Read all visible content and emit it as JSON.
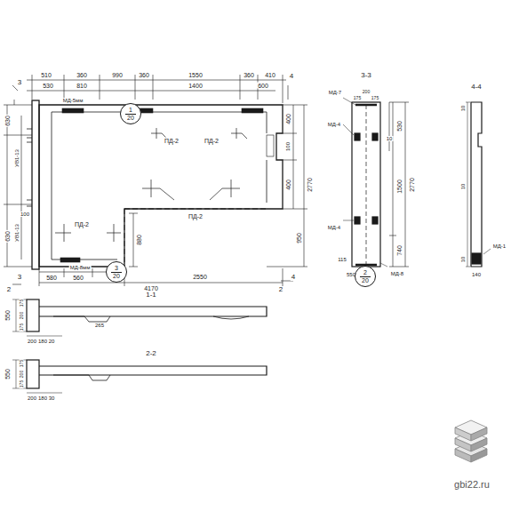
{
  "diagram": {
    "nodes": [
      {
        "text": [
          "1",
          "20"
        ]
      },
      {
        "text": [
          "3",
          "20"
        ]
      },
      {
        "text": [
          "2",
          "20"
        ]
      }
    ],
    "labels": [
      "510",
      "360",
      "990",
      "360",
      "1550",
      "360",
      "410",
      "530",
      "810",
      "1400",
      "600",
      "3",
      "4",
      "2",
      "3",
      "2",
      "4",
      "630",
      "100",
      "630",
      "УВ1-13",
      "УВ1-13",
      "МД-5мм",
      "ПД-2",
      "ПД-2",
      "ПД-2",
      "ПД-2",
      "МД-8мм",
      "880",
      "400",
      "100",
      "400",
      "950",
      "2770",
      "580",
      "560",
      "4170",
      "2550",
      "3-3",
      "МД-7",
      "175",
      "200",
      "175",
      "МД-4",
      "530",
      "10",
      "1500",
      "2770",
      "МД-4",
      "740",
      "115",
      "550",
      "МД-8",
      "4-4",
      "10",
      "10",
      "10",
      "МД-1",
      "140",
      "1-1",
      "550",
      "175",
      "200",
      "175",
      "265",
      "200",
      "180",
      "20",
      "2-2",
      "550",
      "175",
      "200",
      "175",
      "200",
      "180",
      "30",
      "gbi22.ru"
    ]
  }
}
